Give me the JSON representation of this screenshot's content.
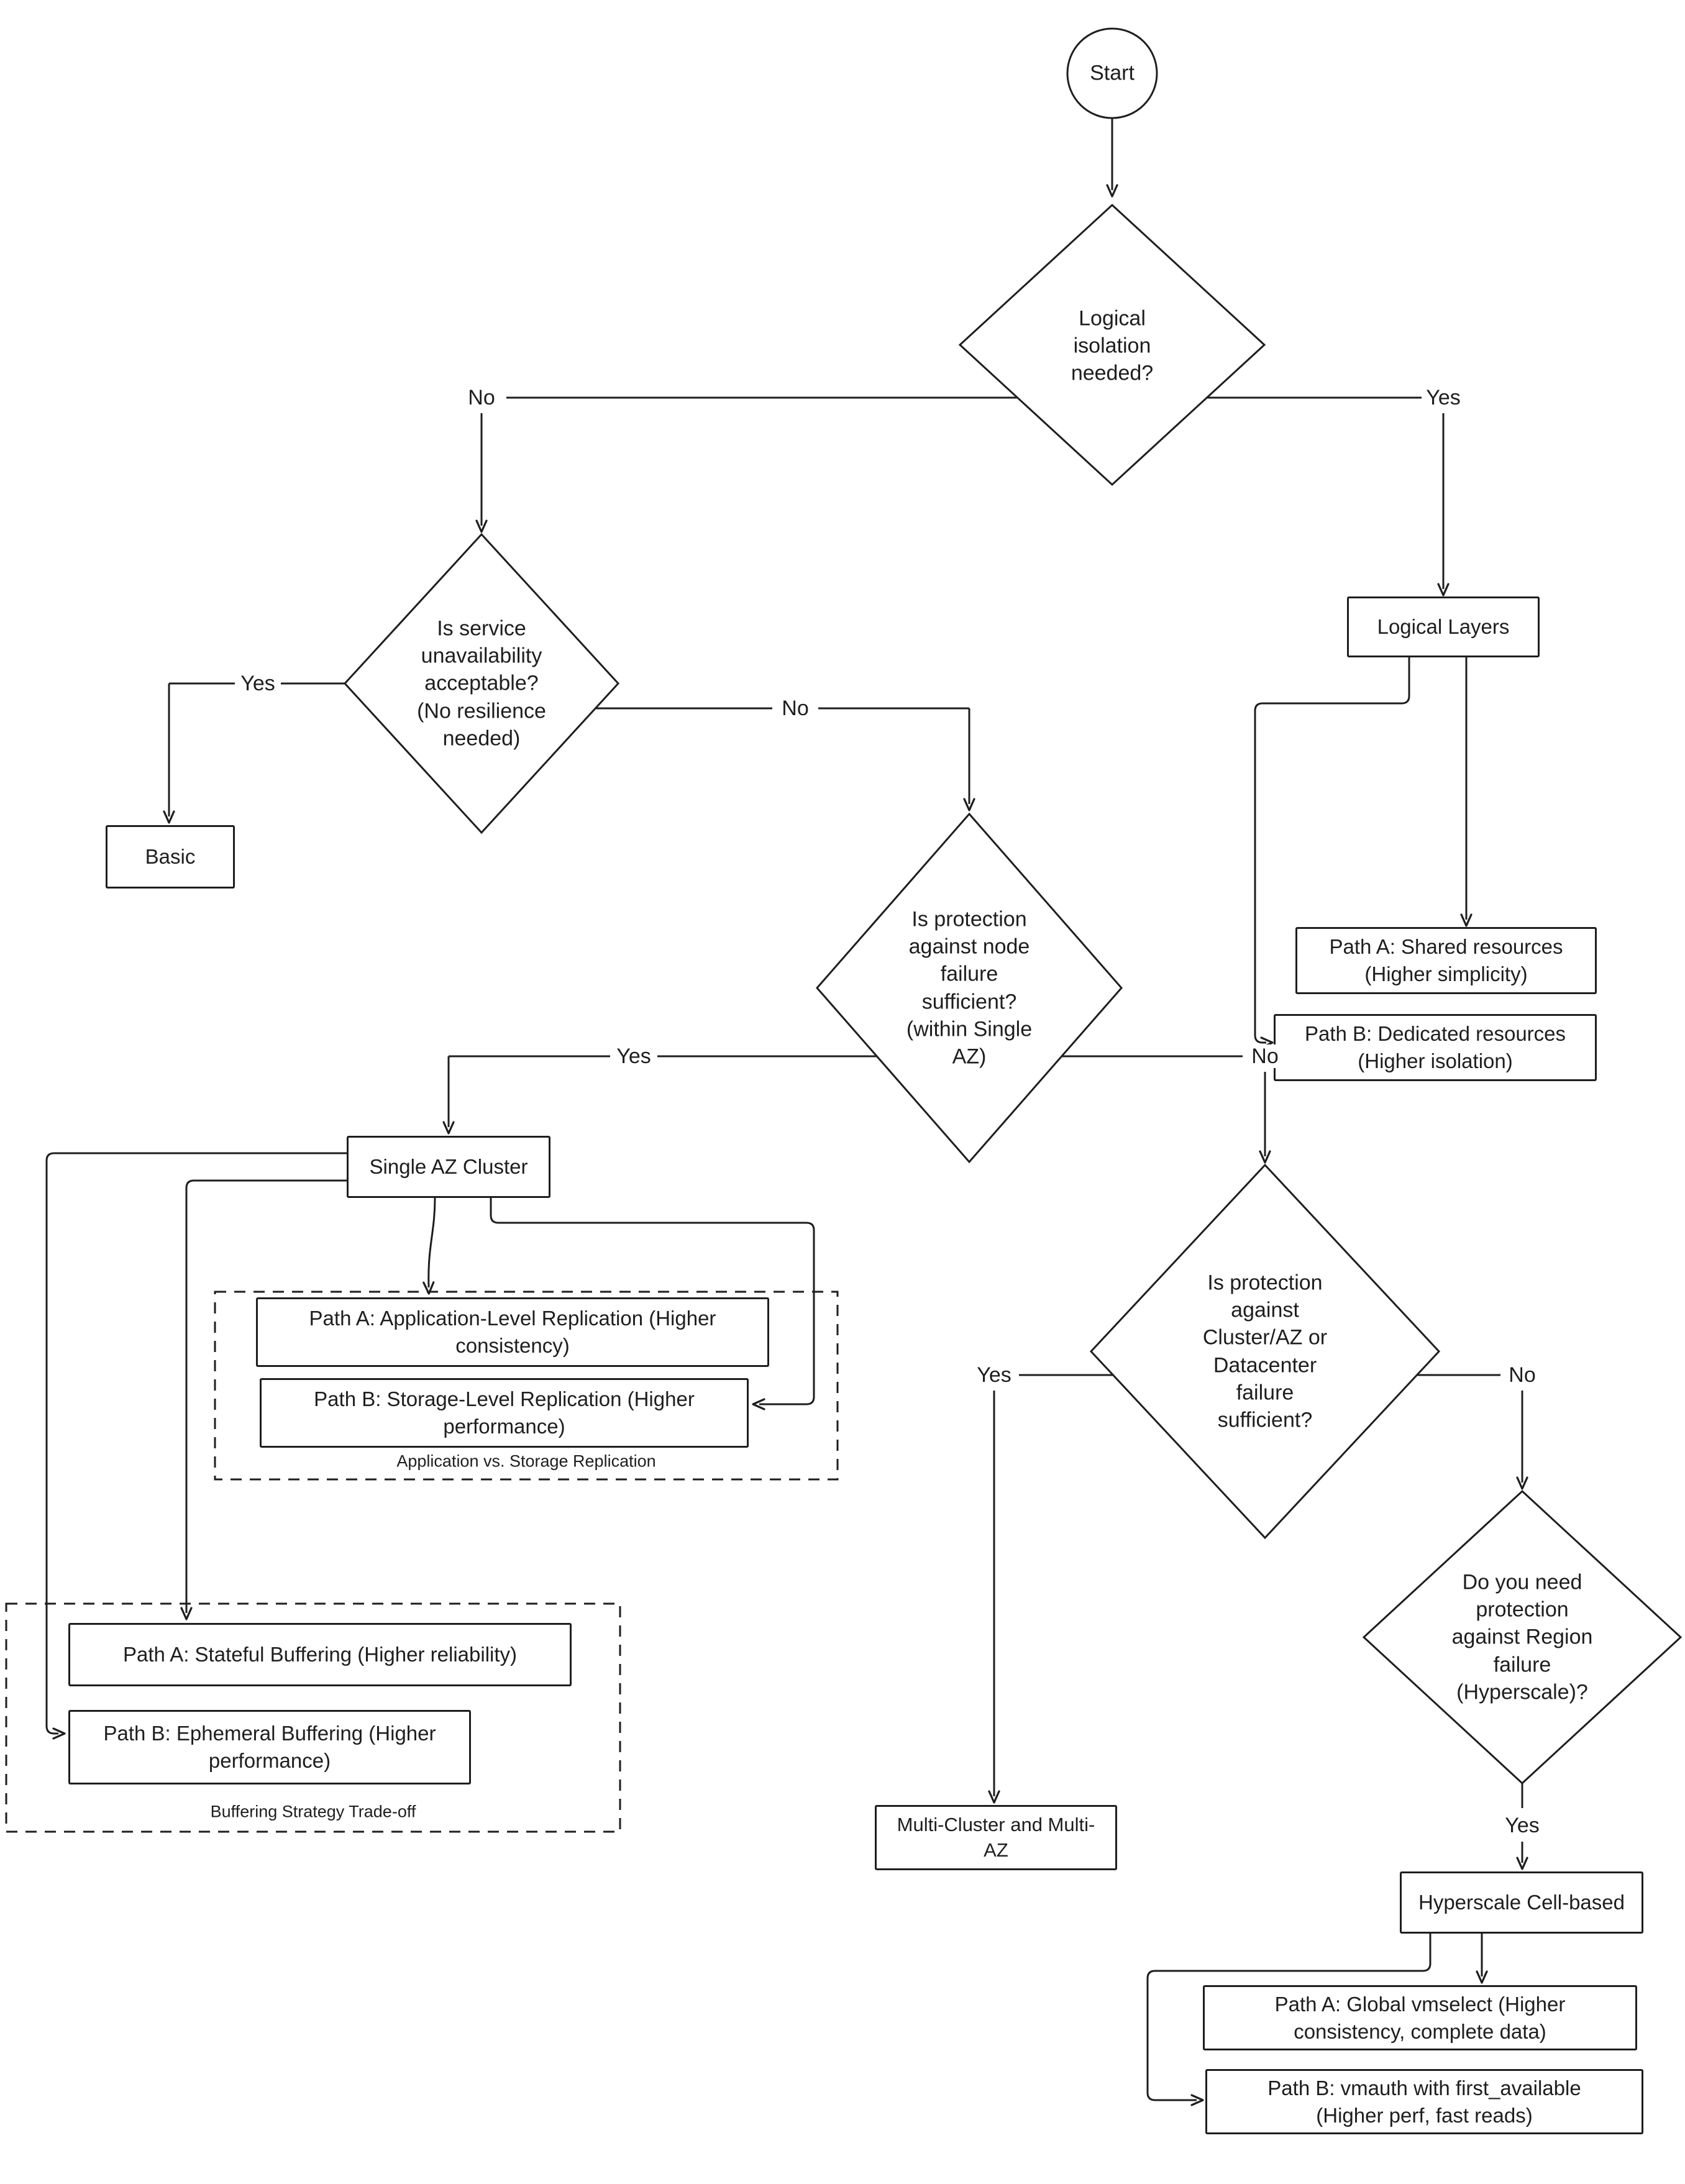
{
  "nodes": {
    "start": {
      "label": "Start"
    },
    "logical_isolation": {
      "label": "Logical\nisolation\nneeded?"
    },
    "logical_layers": {
      "label": "Logical Layers"
    },
    "path_a_shared": {
      "label": "Path A: Shared resources\n(Higher simplicity)"
    },
    "path_b_dedicated": {
      "label": "Path B: Dedicated resources\n(Higher isolation)"
    },
    "service_unavailability": {
      "label": "Is service\nunavailability\nacceptable?\n(No resilience\nneeded)"
    },
    "basic": {
      "label": "Basic"
    },
    "node_failure": {
      "label": "Is protection\nagainst node\nfailure\nsufficient?\n(within Single\nAZ)"
    },
    "single_az_cluster": {
      "label": "Single AZ Cluster"
    },
    "path_a_application": {
      "label": "Path A: Application-Level Replication (Higher\nconsistency)"
    },
    "path_b_storage": {
      "label": "Path B: Storage-Level Replication (Higher\nperformance)"
    },
    "path_a_stateful": {
      "label": "Path A: Stateful Buffering  (Higher reliability)"
    },
    "path_b_ephemeral": {
      "label": "Path B: Ephemeral Buffering (Higher\nperformance)"
    },
    "cluster_az_failure": {
      "label": "Is protection\nagainst\nCluster/AZ or\nDatacenter\nfailure\nsufficient?"
    },
    "multi_cluster": {
      "label": "Multi-Cluster and Multi-\nAZ"
    },
    "region_failure": {
      "label": "Do you need\nprotection\nagainst Region\nfailure\n(Hyperscale)?"
    },
    "hyperscale": {
      "label": "Hyperscale Cell-based"
    },
    "path_a_global": {
      "label": "Path A: Global vmselect (Higher\nconsistency, complete data)"
    },
    "path_b_vmauth": {
      "label": "Path B: vmauth with first_available\n(Higher perf, fast reads)"
    }
  },
  "edge_labels": {
    "no1": "No",
    "yes1": "Yes",
    "yes2": "Yes",
    "no2": "No",
    "yes3": "Yes",
    "no3": "No",
    "yes4": "Yes",
    "no4": "No",
    "yes5": "Yes"
  },
  "groups": {
    "replication": {
      "caption": "Application vs. Storage Replication"
    },
    "buffering": {
      "caption": "Buffering Strategy Trade-off"
    }
  },
  "colors": {
    "ink": "#1e1e1e",
    "background": "#ffffff"
  }
}
